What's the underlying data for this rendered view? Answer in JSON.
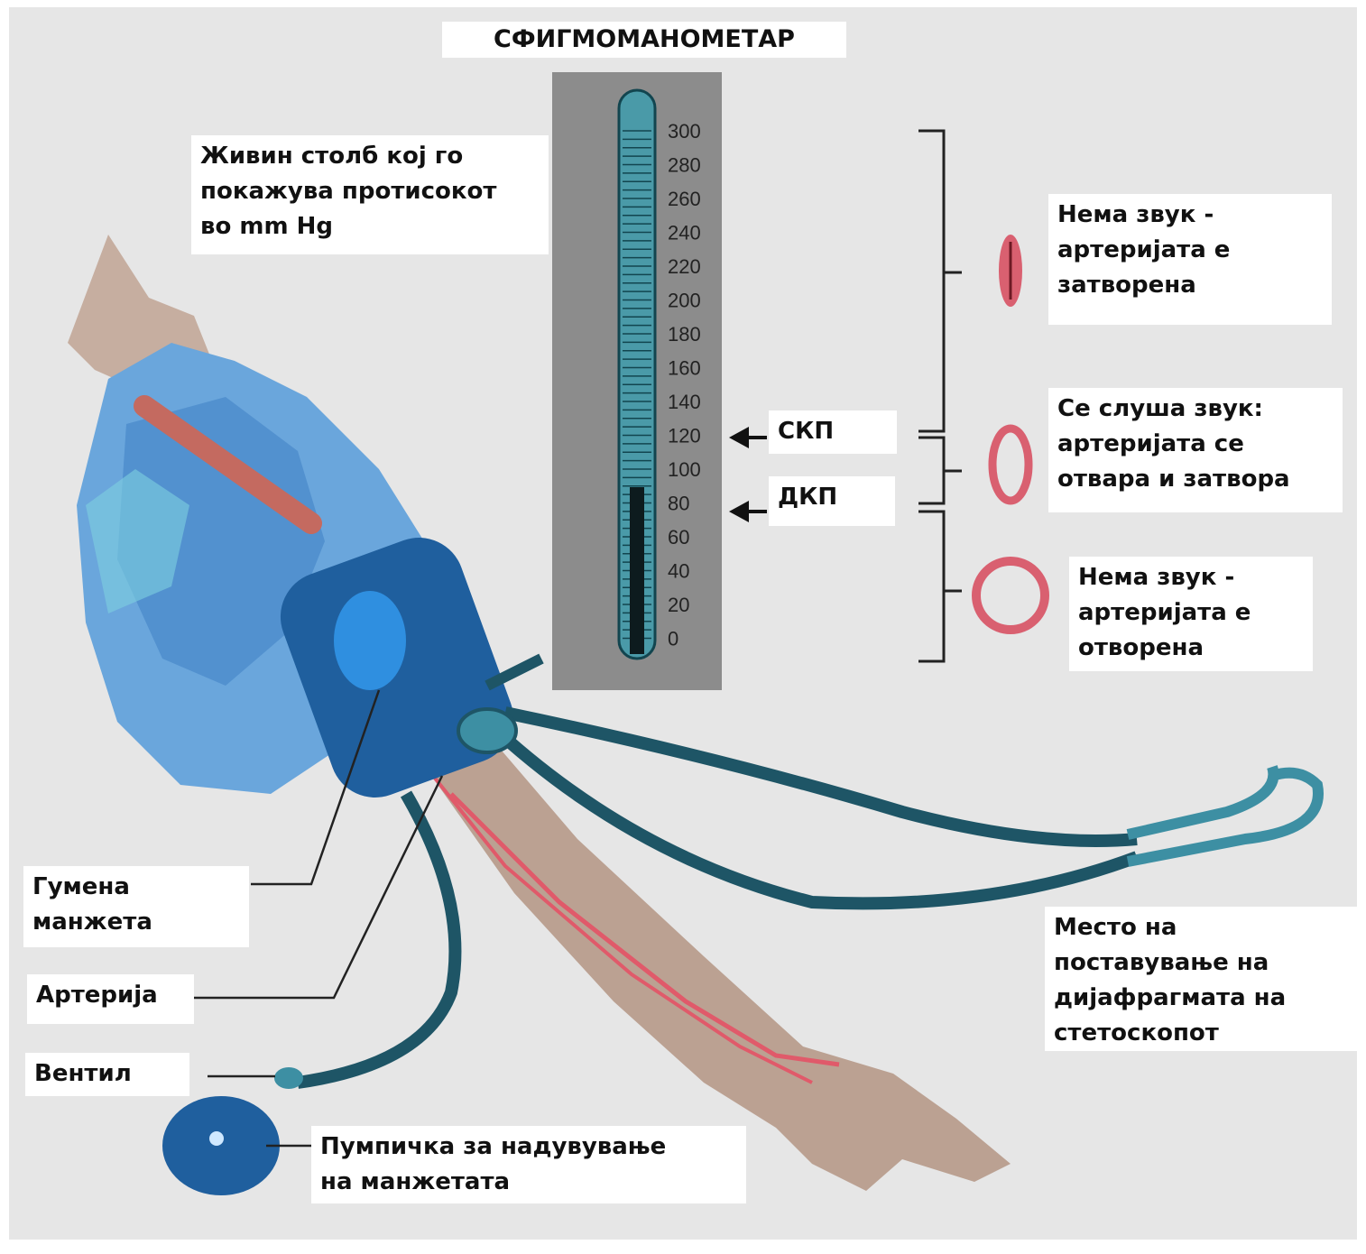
{
  "title": "СФИГМОМАНОМЕТАР",
  "column_label": [
    "Живин столб кој го",
    "покажува протисокот",
    "во mm Hg"
  ],
  "scale": {
    "ticks": [
      "300",
      "280",
      "260",
      "240",
      "220",
      "200",
      "180",
      "160",
      "140",
      "120",
      "100",
      "80",
      "60",
      "40",
      "20",
      "0"
    ]
  },
  "markers": {
    "systolic": "СКП",
    "diastolic": "ДКП"
  },
  "states": [
    {
      "text": [
        "Нема звук -",
        "артеријата е",
        "затворена"
      ]
    },
    {
      "text": [
        "Се слуша звук:",
        "артеријата се",
        "отвара и затвора"
      ]
    },
    {
      "text": [
        "Нема звук -",
        "артеријата е",
        "отворена"
      ]
    }
  ],
  "parts": {
    "cuff": [
      "Гумена",
      "манжета"
    ],
    "artery": [
      "Артерија"
    ],
    "valve": [
      "Вентил"
    ],
    "bulb": [
      "Пумпичка за надувување",
      "на манжетата"
    ],
    "stethoscope": [
      "Место на",
      "поставување на",
      "дијафрагмата на",
      "стетоскопот"
    ]
  },
  "colors": {
    "background": "#e6e6e6",
    "sleeve": "#4a8fd4",
    "cuff": "#1f5f9e",
    "tube": "#1e5566",
    "skin": "#bba192",
    "artery": "#e05a6a",
    "manometer": "#8c8c8c"
  }
}
